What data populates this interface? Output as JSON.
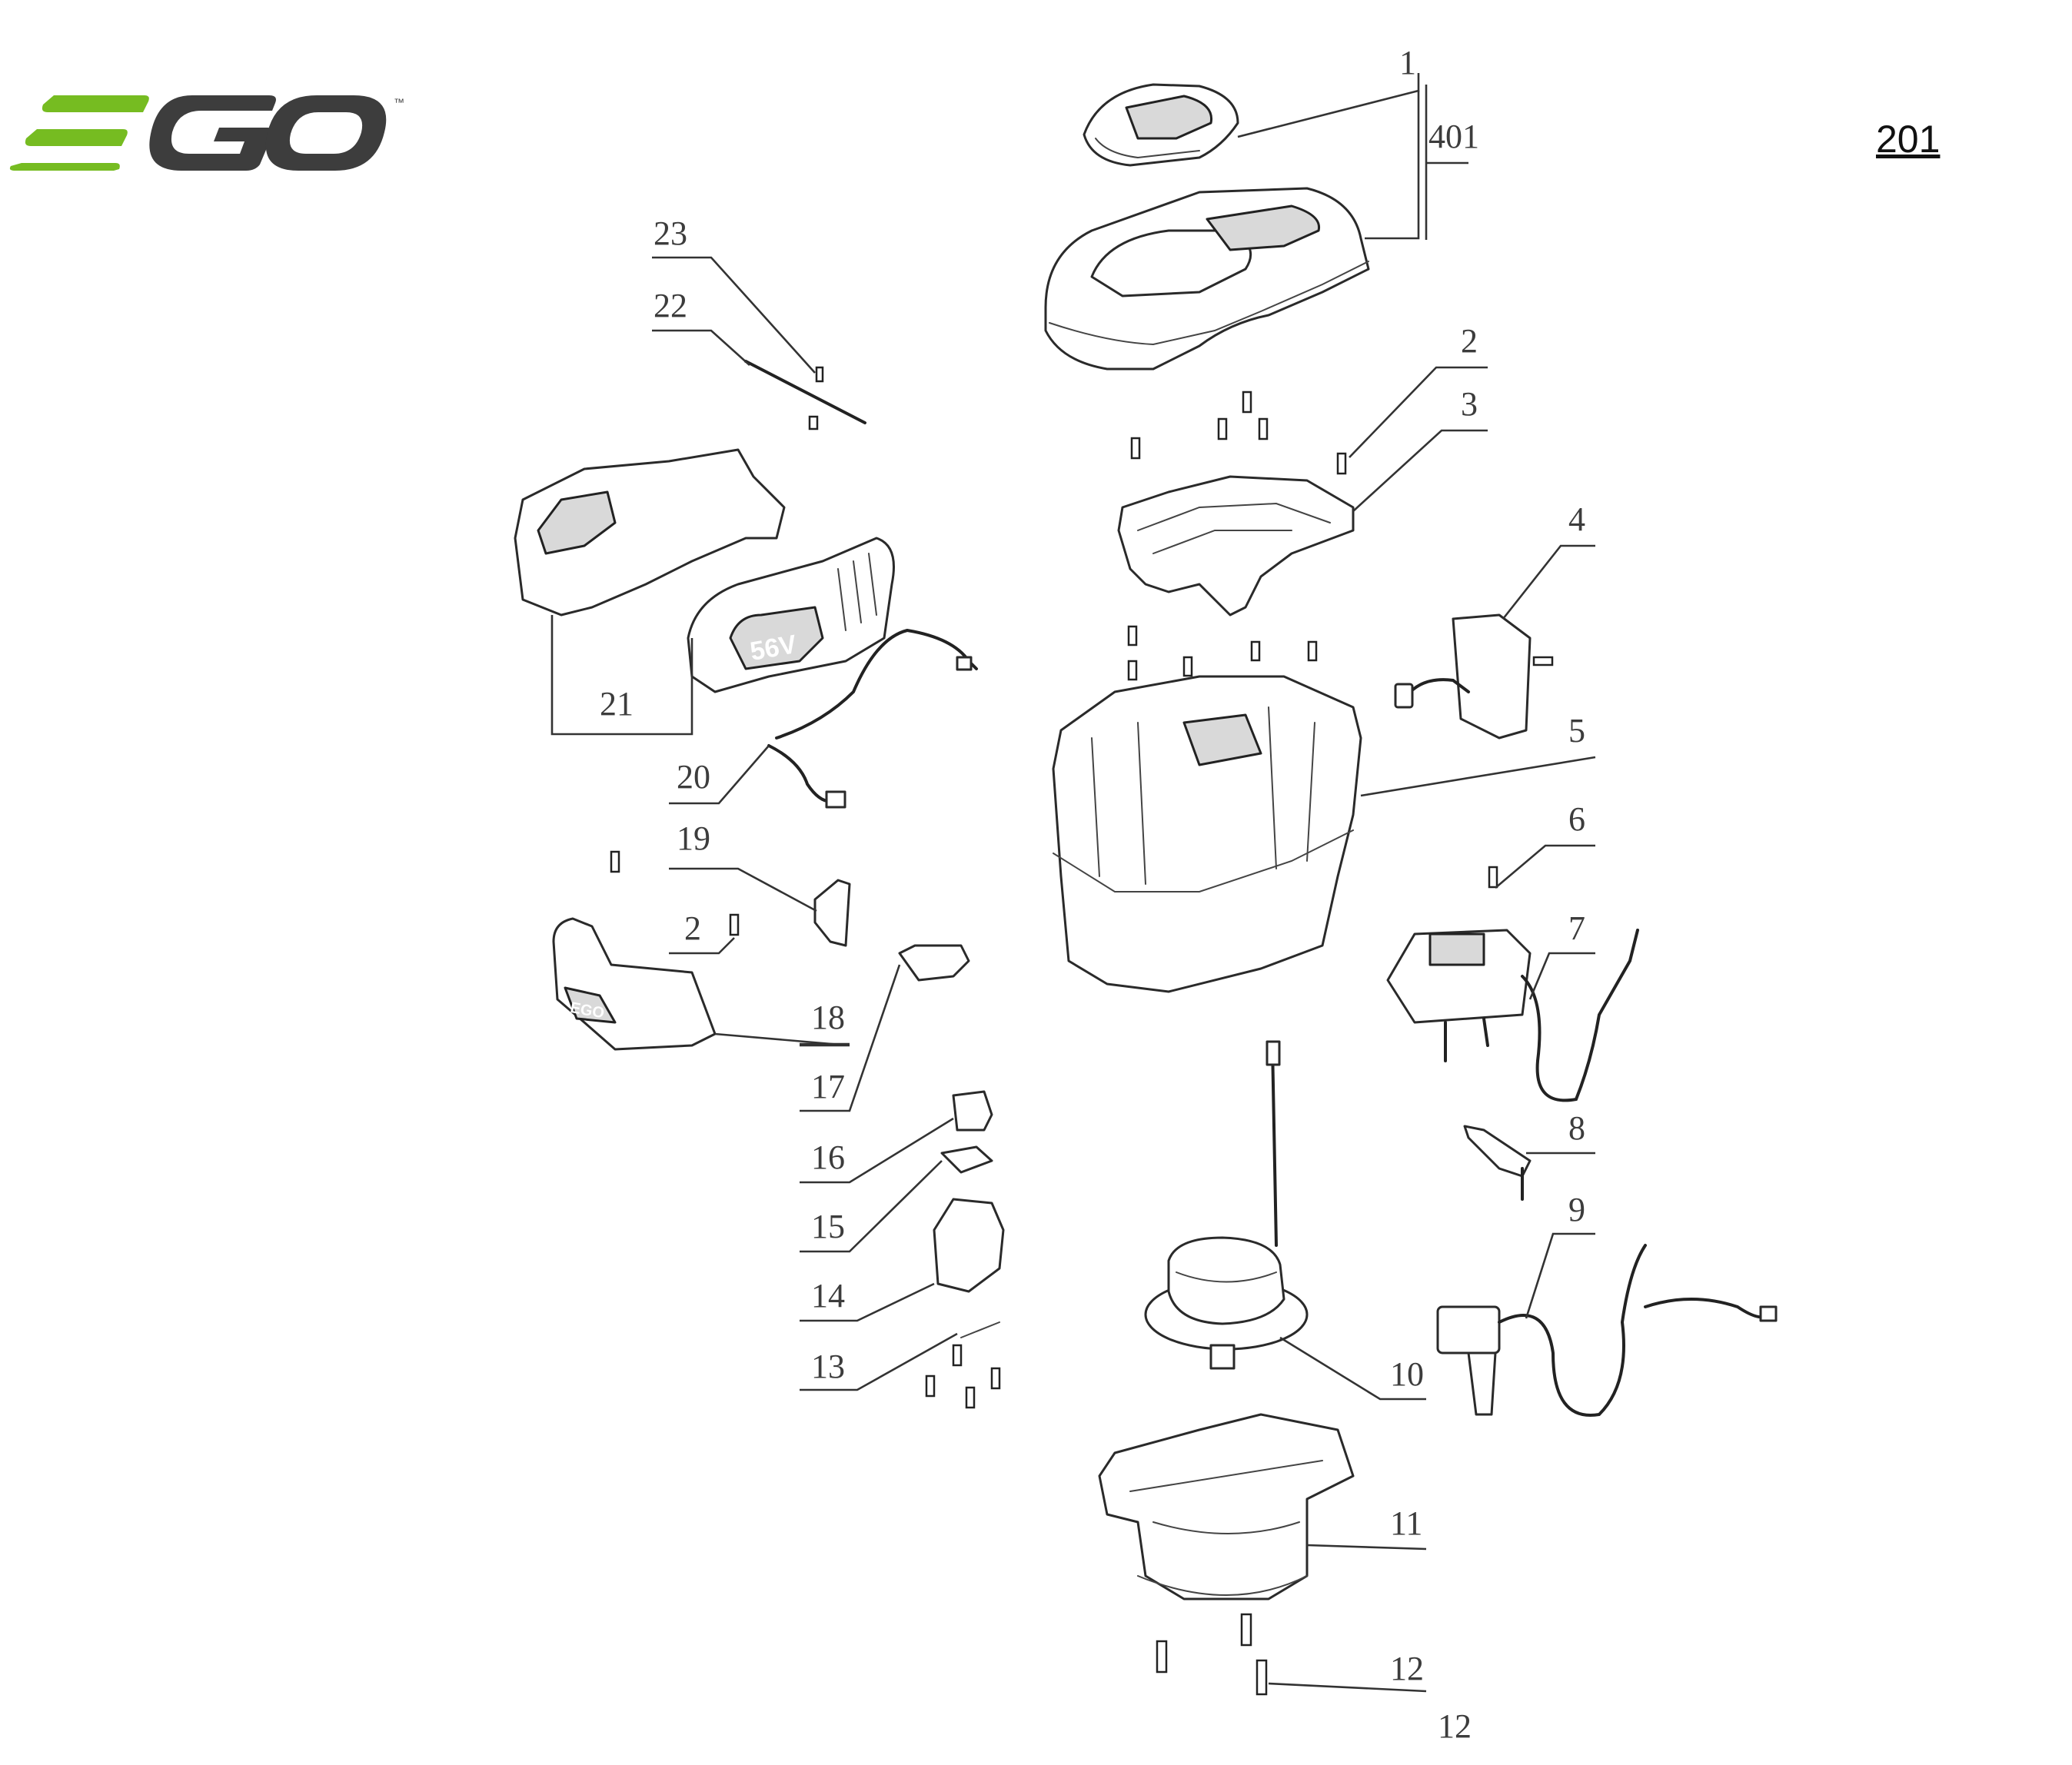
{
  "brand": {
    "logo_text": "EGO",
    "trademark": "™",
    "colors": {
      "green": "#76bc21",
      "dark": "#3d3d3d"
    }
  },
  "page_code": "201",
  "callouts": [
    {
      "id": "c1",
      "label": "1"
    },
    {
      "id": "c401",
      "label": "401"
    },
    {
      "id": "c2a",
      "label": "2"
    },
    {
      "id": "c3",
      "label": "3"
    },
    {
      "id": "c4",
      "label": "4"
    },
    {
      "id": "c5",
      "label": "5"
    },
    {
      "id": "c6",
      "label": "6"
    },
    {
      "id": "c7",
      "label": "7"
    },
    {
      "id": "c8",
      "label": "8"
    },
    {
      "id": "c9",
      "label": "9"
    },
    {
      "id": "c10",
      "label": "10"
    },
    {
      "id": "c11",
      "label": "11"
    },
    {
      "id": "c12a",
      "label": "12"
    },
    {
      "id": "c12b",
      "label": "12"
    },
    {
      "id": "c13",
      "label": "13"
    },
    {
      "id": "c14",
      "label": "14"
    },
    {
      "id": "c15",
      "label": "15"
    },
    {
      "id": "c16",
      "label": "16"
    },
    {
      "id": "c17",
      "label": "17"
    },
    {
      "id": "c18",
      "label": "18"
    },
    {
      "id": "c19",
      "label": "19"
    },
    {
      "id": "c2b",
      "label": "2"
    },
    {
      "id": "c20",
      "label": "20"
    },
    {
      "id": "c21",
      "label": "21"
    },
    {
      "id": "c22",
      "label": "22"
    },
    {
      "id": "c23",
      "label": "23"
    }
  ],
  "part_markings": {
    "side_cover_badge": "56V",
    "front_cover_badge": "EGO"
  }
}
